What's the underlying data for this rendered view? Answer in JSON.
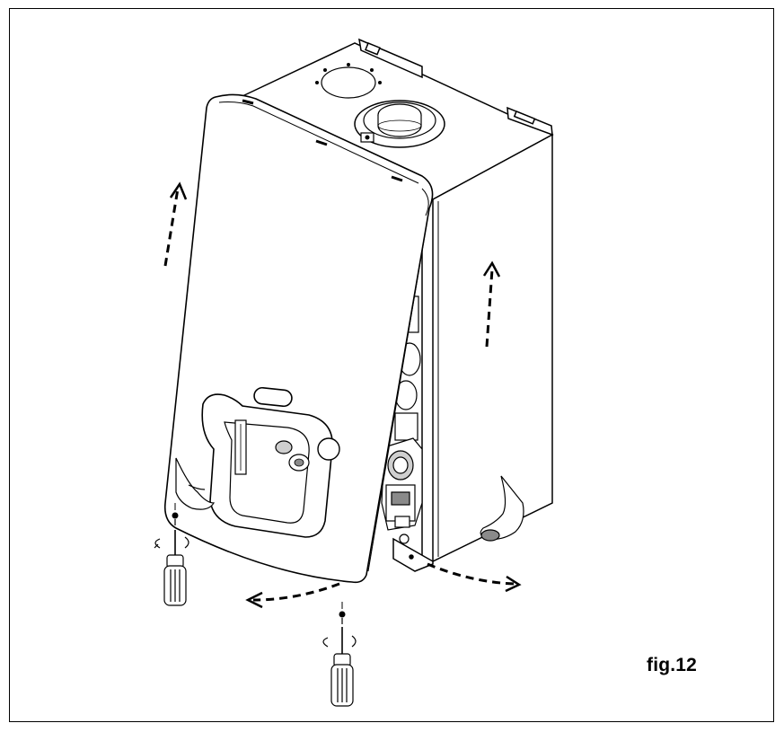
{
  "figure": {
    "label": "fig.12"
  },
  "colors": {
    "line": "#000000",
    "background": "#ffffff",
    "shade": "#cfcfcf",
    "dark": "#8a8a8a"
  },
  "icons": {
    "lift-arrow": "dashed-arrow-up",
    "swing-arrow": "dashed-curved-arrow",
    "tool": "screwdriver-icon",
    "fastener": "screw-icon",
    "hand": "hand-icon"
  }
}
